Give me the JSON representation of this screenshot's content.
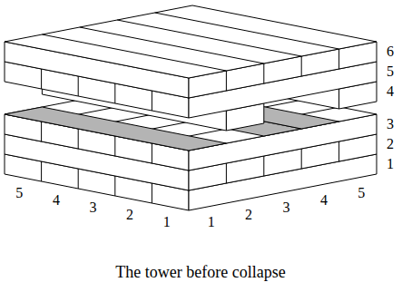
{
  "diagram": {
    "caption": "The tower before collapse",
    "labels": [
      "6",
      "5",
      "4",
      "3",
      "2",
      "1",
      "5",
      "4",
      "3",
      "2",
      "1",
      "1",
      "2",
      "3",
      "4",
      "5"
    ]
  }
}
